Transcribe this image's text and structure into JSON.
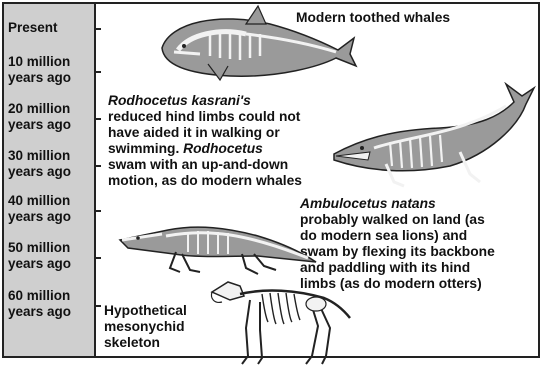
{
  "timeline": {
    "labels": [
      "Present",
      "10 million years ago",
      "20 million years ago",
      "30 million years ago",
      "40 million years ago",
      "50 million years ago",
      "60 million years ago"
    ],
    "l0": "Present",
    "l1a": "10 million",
    "l1b": "years ago",
    "l2a": "20 million",
    "l2b": "years ago",
    "l3a": "30 million",
    "l3b": "years ago",
    "l4a": "40 million",
    "l4b": "years ago",
    "l5a": "50 million",
    "l5b": "years ago",
    "l6a": "60 million",
    "l6b": "years ago"
  },
  "captions": {
    "modern": "Modern toothed whales",
    "rodho_name": "Rodhocetus kasrani's",
    "rodho_l1": "reduced hind limbs could not",
    "rodho_l2": "have aided it in walking or",
    "rodho_l3a": "swimming.",
    "rodho_l3b": "Rodhocetus",
    "rodho_l4": "swam with an up-and-down",
    "rodho_l5": "motion, as do modern whales",
    "ambu_name": "Ambulocetus natans",
    "ambu_l1": "probably walked on land (as",
    "ambu_l2": "do modern sea lions) and",
    "ambu_l3": "swam by flexing its backbone",
    "ambu_l4": "and paddling with its hind",
    "ambu_l5": "limbs (as do modern otters)",
    "meso_l1": "Hypothetical",
    "meso_l2": "mesonychid",
    "meso_l3": "skeleton"
  },
  "colors": {
    "timeline_bg": "#cfcfcf",
    "body_gray": "#9a9a9a",
    "bone": "#f2f2f2",
    "outline": "#222222"
  }
}
